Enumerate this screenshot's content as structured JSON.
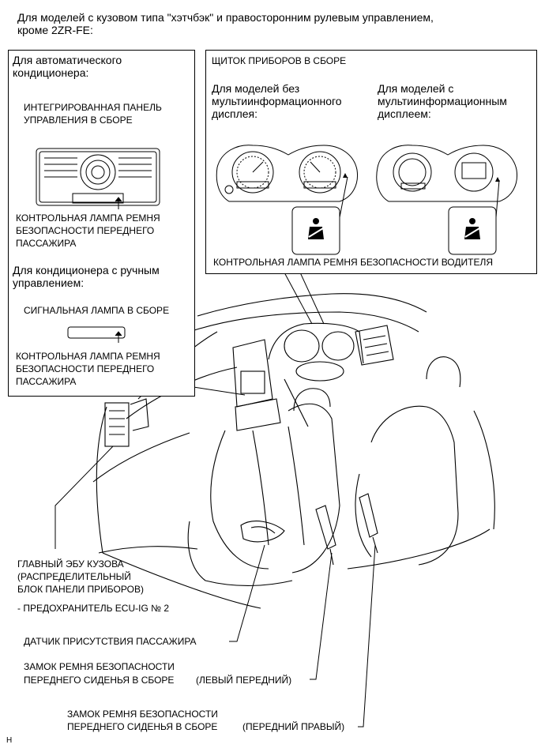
{
  "header": {
    "line1": "Для моделей с кузовом типа \"хэтчбэк\" и правосторонним рулевым управлением,",
    "line2": "кроме 2ZR-FE:"
  },
  "left_box": {
    "auto_title_1": "Для автоматического",
    "auto_title_2": "кондиционера:",
    "integrated_panel_1": "ИНТЕГРИРОВАННАЯ ПАНЕЛЬ",
    "integrated_panel_2": "УПРАВЛЕНИЯ В СБОРЕ",
    "passenger_lamp_a_1": "КОНТРОЛЬНАЯ ЛАМПА РЕМНЯ",
    "passenger_lamp_a_2": "БЕЗОПАСНОСТИ ПЕРЕДНЕГО",
    "passenger_lamp_a_3": "ПАССАЖИРА",
    "manual_title_1": "Для кондиционера с ручным",
    "manual_title_2": "управлением:",
    "signal_lamp": "СИГНАЛЬНАЯ ЛАМПА В СБОРЕ",
    "passenger_lamp_b_1": "КОНТРОЛЬНАЯ ЛАМПА РЕМНЯ",
    "passenger_lamp_b_2": "БЕЗОПАСНОСТИ ПЕРЕДНЕГО",
    "passenger_lamp_b_3": "ПАССАЖИРА"
  },
  "right_box": {
    "title": "ЩИТОК ПРИБОРОВ В СБОРЕ",
    "no_mid_1": "Для моделей без",
    "no_mid_2": "мультиинформационного",
    "no_mid_3": "дисплея:",
    "mid_1": "Для моделей с",
    "mid_2": "мультиинформационным",
    "mid_3": "дисплеем:",
    "driver_lamp": "КОНТРОЛЬНАЯ ЛАМПА РЕМНЯ БЕЗОПАСНОСТИ ВОДИТЕЛЯ"
  },
  "callouts": {
    "ecu_1": "ГЛАВНЫЙ ЭБУ КУЗОВА",
    "ecu_2": "(РАСПРЕДЕЛИТЕЛЬНЫЙ",
    "ecu_3": "БЛОК ПАНЕЛИ ПРИБОРОВ)",
    "fuse": "- ПРЕДОХРАНИТЕЛЬ ECU-IG № 2",
    "occupant_sensor": "ДАТЧИК ПРИСУТСТВИЯ ПАССАЖИРА",
    "buckle_left_1": "ЗАМОК РЕМНЯ БЕЗОПАСНОСТИ",
    "buckle_left_2": "ПЕРЕДНЕГО СИДЕНЬЯ В СБОРЕ",
    "buckle_left_3": "(ЛЕВЫЙ ПЕРЕДНИЙ)",
    "buckle_right_1": "ЗАМОК РЕМНЯ БЕЗОПАСНОСТИ",
    "buckle_right_2": "ПЕРЕДНЕГО СИДЕНЬЯ В СБОРЕ",
    "buckle_right_3": "(ПЕРЕДНИЙ ПРАВЫЙ)"
  },
  "footer": {
    "code": "H"
  }
}
